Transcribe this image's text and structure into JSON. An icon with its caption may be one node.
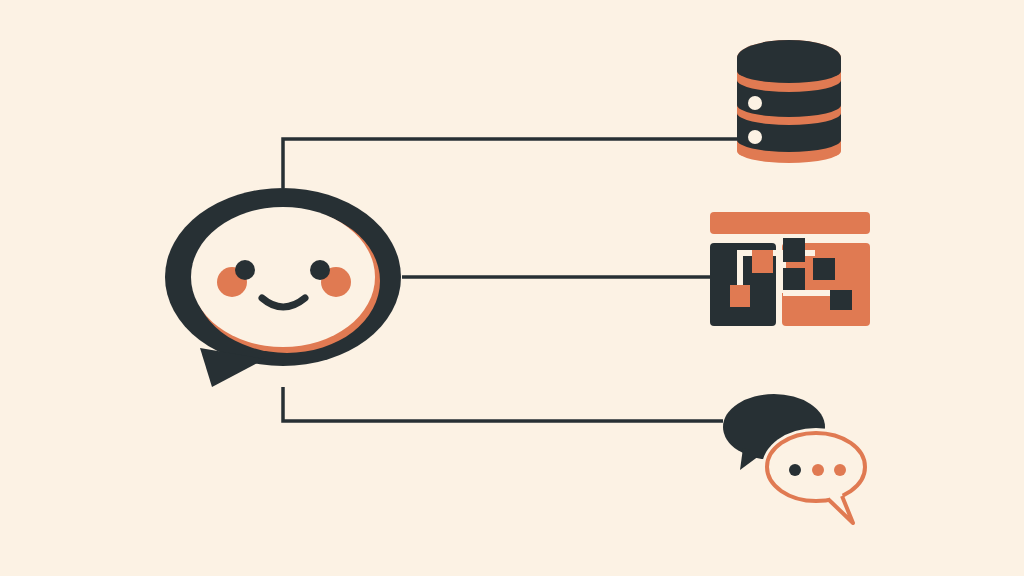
{
  "diagram": {
    "nodes": [
      {
        "text": [],
        "shape": "picture"
      },
      {
        "text": [],
        "shape": "cylinder"
      },
      {
        "text": [],
        "shape": "picture"
      },
      {
        "text": [],
        "shape": "picture"
      }
    ],
    "edges": [
      {
        "from": 0,
        "to": 1,
        "arrow": "none"
      },
      {
        "from": 0,
        "to": 2,
        "arrow": "none"
      },
      {
        "from": 0,
        "to": 3,
        "arrow": "none"
      }
    ]
  }
}
